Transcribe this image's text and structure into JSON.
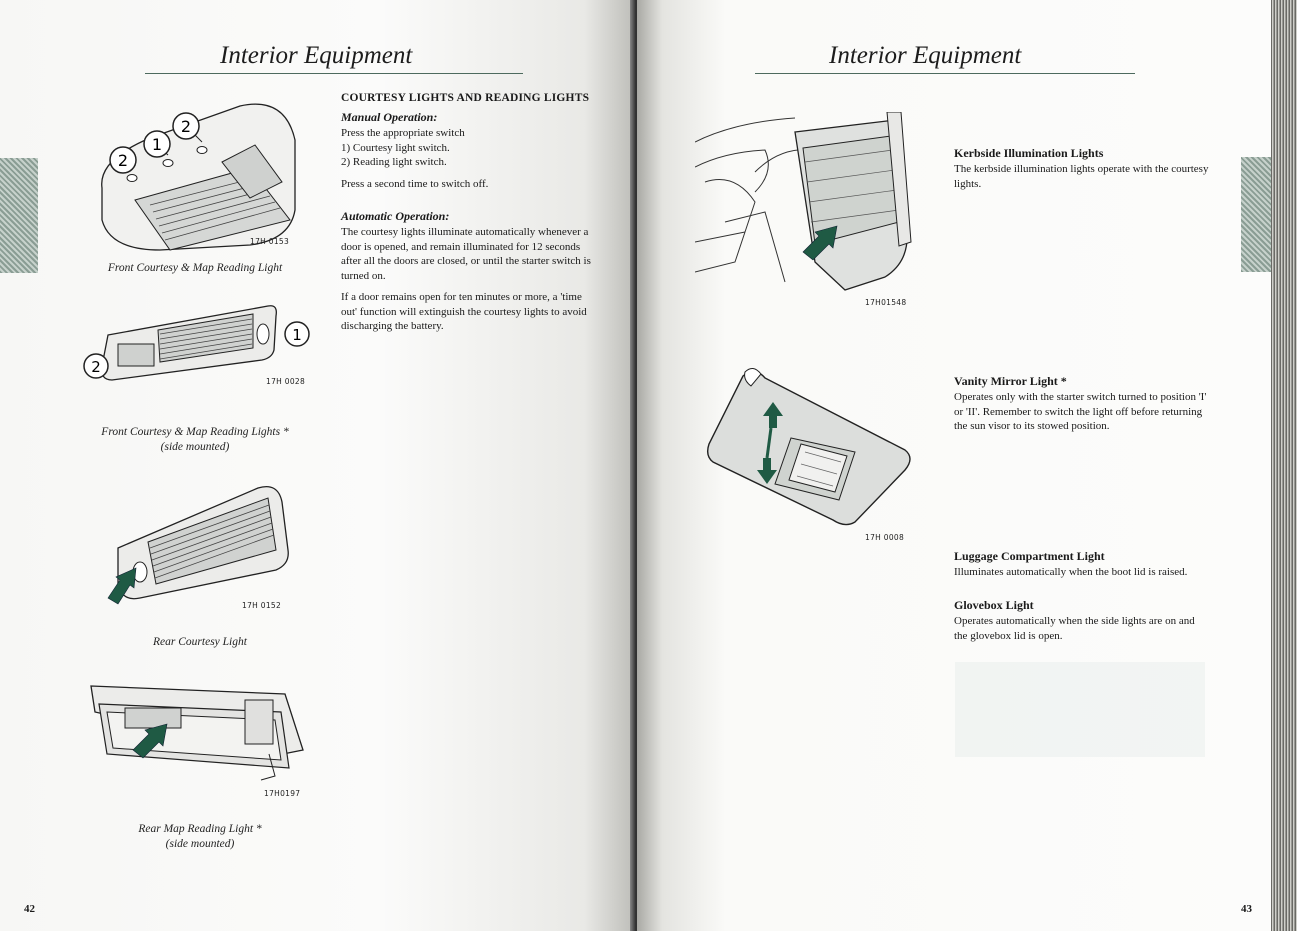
{
  "left_page": {
    "title": "Interior Equipment",
    "page_number": "42",
    "figures": [
      {
        "code": "17H 0153",
        "caption": "Front Courtesy & Map Reading Light"
      },
      {
        "code": "17H 0028",
        "caption_line1": "Front Courtesy & Map Reading Lights *",
        "caption_line2": "(side mounted)"
      },
      {
        "code": "17H 0152",
        "caption": "Rear Courtesy Light"
      },
      {
        "code": "17H0197",
        "caption_line1": "Rear Map Reading Light  *",
        "caption_line2": "(side mounted)"
      }
    ],
    "callouts": {
      "one": "1",
      "two": "2"
    },
    "text": {
      "heading": "COURTESY LIGHTS AND READING LIGHTS",
      "manual_title": "Manual Operation:",
      "manual_lines": [
        "Press the appropriate switch",
        "1) Courtesy light switch.",
        "2) Reading light switch."
      ],
      "manual_note": "Press a second time to switch off.",
      "auto_title": "Automatic Operation:",
      "auto_p1": "The courtesy lights illuminate automatically whenever a door is opened, and remain illuminated for 12 seconds after all the doors are closed, or until the starter switch is turned on.",
      "auto_p2": "If a door remains open for ten minutes or more, a 'time out' function will extinguish the courtesy lights to avoid discharging the battery."
    }
  },
  "right_page": {
    "title": "Interior Equipment",
    "page_number": "43",
    "figures": [
      {
        "code": "17H01548"
      },
      {
        "code": "17H 0008"
      }
    ],
    "sections": [
      {
        "heading": "Kerbside Illumination Lights",
        "body": "The kerbside illumination lights operate with the courtesy lights."
      },
      {
        "heading": "Vanity Mirror Light *",
        "body": "Operates only with the starter switch turned to position 'I' or 'II'. Remember to switch the light off before returning the sun visor to its stowed position."
      },
      {
        "heading": "Luggage Compartment Light",
        "body": "Illuminates automatically when the boot lid is raised."
      },
      {
        "heading": "Glovebox Light",
        "body": "Operates automatically when the side lights are on and the glovebox lid is open."
      }
    ]
  },
  "colors": {
    "accent_green": "#1f5a44",
    "rule": "#4d6a5e"
  }
}
